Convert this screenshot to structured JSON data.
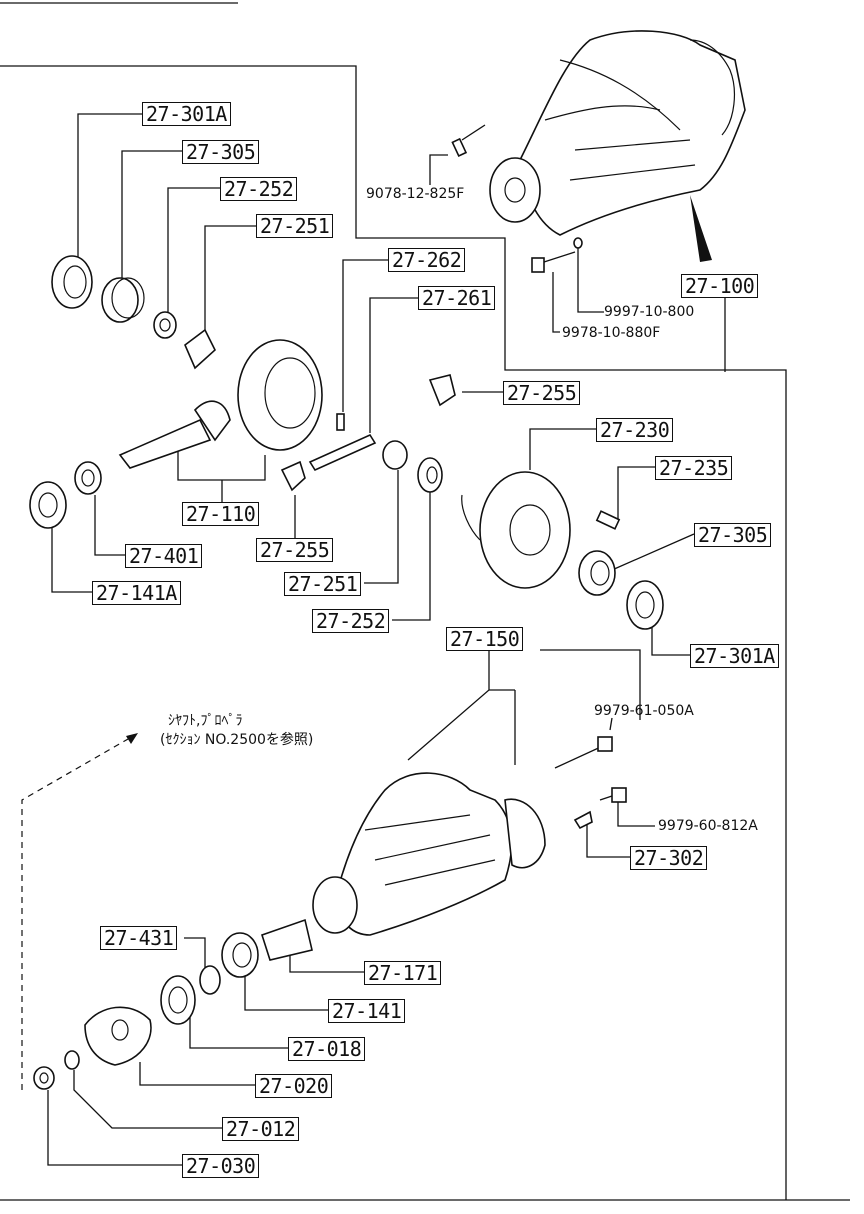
{
  "labels": {
    "l_301a_top": "27-301A",
    "l_305_top": "27-305",
    "l_252_top": "27-252",
    "l_251_top": "27-251",
    "l_262": "27-262",
    "l_261": "27-261",
    "l_255_right": "27-255",
    "l_230": "27-230",
    "l_235": "27-235",
    "l_305_right": "27-305",
    "l_301a_right": "27-301A",
    "l_100": "27-100",
    "l_110": "27-110",
    "l_401": "27-401",
    "l_141a": "27-141A",
    "l_255_bottom": "27-255",
    "l_251_bottom": "27-251",
    "l_252_bottom": "27-252",
    "l_150": "27-150",
    "l_302": "27-302",
    "l_431": "27-431",
    "l_171": "27-171",
    "l_141": "27-141",
    "l_018": "27-018",
    "l_020": "27-020",
    "l_012": "27-012",
    "l_030": "27-030"
  },
  "bolts": {
    "b_9078": "9078-12-825F",
    "b_9997": "9997-10-800",
    "b_9978": "9978-10-880F",
    "b_9979_61": "9979-61-050A",
    "b_9979_60": "9979-60-812A"
  },
  "note": {
    "line1": "ｼﾔﾌﾄ,ﾌﾟﾛﾍﾟﾗ",
    "line2": "(ｾｸｼｮﾝ NO.2500を参照)"
  }
}
